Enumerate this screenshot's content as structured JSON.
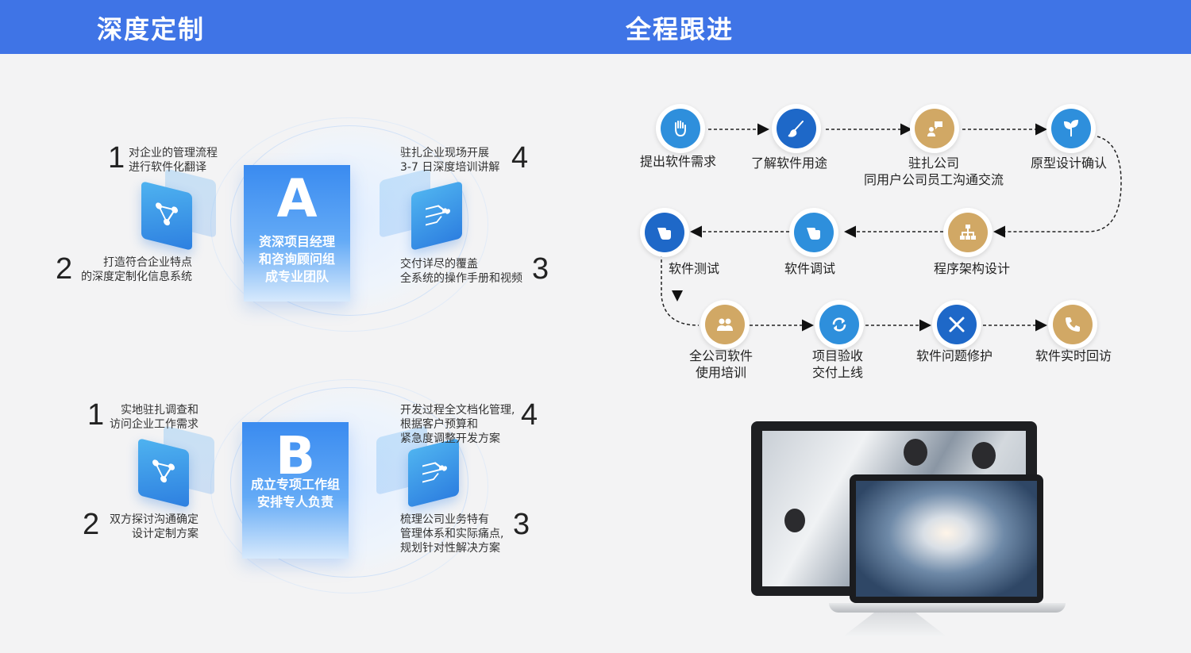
{
  "header": {
    "left_title": "深度定制",
    "right_title": "全程跟进"
  },
  "panel_a": {
    "letter": "A",
    "card_text": [
      "资深项目经理",
      "和咨询顾问组",
      "成专业团队"
    ],
    "items": [
      {
        "num": "1",
        "lines": [
          "对企业的管理流程",
          "进行软件化翻译"
        ]
      },
      {
        "num": "2",
        "lines": [
          "打造符合企业特点",
          "的深度定制化信息系统"
        ]
      },
      {
        "num": "3",
        "lines": [
          "交付详尽的覆盖",
          "全系统的操作手册和视频"
        ]
      },
      {
        "num": "4",
        "lines": [
          "驻扎企业现场开展",
          "3-7 日深度培训讲解"
        ]
      }
    ]
  },
  "panel_b": {
    "letter": "B",
    "card_text": [
      "成立专项工作组",
      "安排专人负责"
    ],
    "items": [
      {
        "num": "1",
        "lines": [
          "实地驻扎调查和",
          "访问企业工作需求"
        ]
      },
      {
        "num": "2",
        "lines": [
          "双方探讨沟通确定",
          "设计定制方案"
        ]
      },
      {
        "num": "3",
        "lines": [
          "梳理公司业务特有",
          "管理体系和实际痛点,",
          "规划针对性解决方案"
        ]
      },
      {
        "num": "4",
        "lines": [
          "开发过程全文档化管理,",
          "根据客户预算和",
          "紧急度调整开发方案"
        ]
      }
    ]
  },
  "flow": {
    "colors": {
      "blue": "#2e8fdc",
      "darkblue": "#1e68c8",
      "gold": "#d1a865"
    },
    "steps": [
      {
        "label": [
          "提出软件需求"
        ],
        "icon": "hand-icon",
        "color": "blue"
      },
      {
        "label": [
          "了解软件用途"
        ],
        "icon": "brush-icon",
        "color": "darkblue"
      },
      {
        "label": [
          "驻扎公司",
          "同用户公司员工沟通交流"
        ],
        "icon": "chat-person-icon",
        "color": "gold"
      },
      {
        "label": [
          "原型设计确认"
        ],
        "icon": "sprout-icon",
        "color": "blue"
      },
      {
        "label": [
          "程序架构设计"
        ],
        "icon": "hierarchy-icon",
        "color": "gold"
      },
      {
        "label": [
          "软件调试"
        ],
        "icon": "pointer-hand-icon",
        "color": "blue"
      },
      {
        "label": [
          "软件测试"
        ],
        "icon": "pointer-hand-icon",
        "color": "darkblue"
      },
      {
        "label": [
          "全公司软件",
          "使用培训"
        ],
        "icon": "group-icon",
        "color": "gold"
      },
      {
        "label": [
          "项目验收",
          "交付上线"
        ],
        "icon": "refresh-icon",
        "color": "blue"
      },
      {
        "label": [
          "软件问题修护"
        ],
        "icon": "tools-icon",
        "color": "darkblue"
      },
      {
        "label": [
          "软件实时回访"
        ],
        "icon": "phone-icon",
        "color": "gold"
      }
    ]
  }
}
